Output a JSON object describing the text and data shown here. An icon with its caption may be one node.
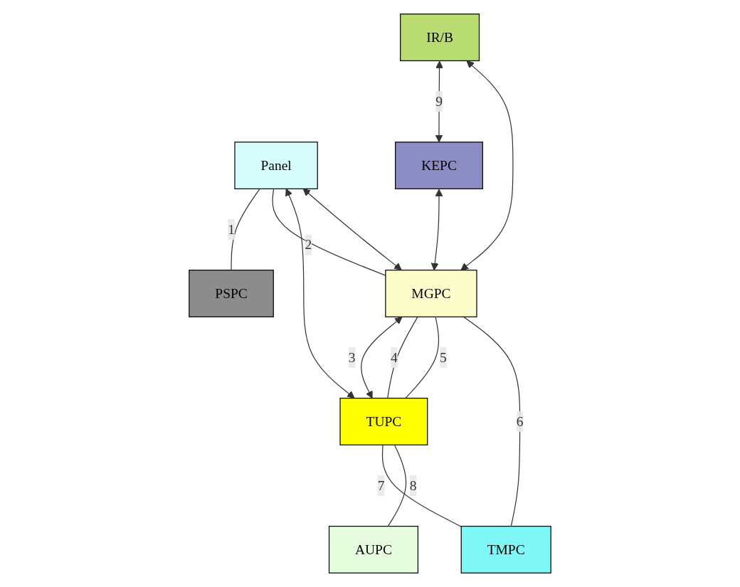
{
  "diagram": {
    "nodes": [
      {
        "text": [
          "Panel"
        ]
      },
      {
        "text": [
          "PSPC"
        ]
      },
      {
        "text": [
          "MGPC"
        ]
      },
      {
        "text": [
          "TUPC"
        ]
      },
      {
        "text": [
          "IR/B"
        ]
      },
      {
        "text": [
          "KEPC"
        ]
      },
      {
        "text": [
          "AUPC"
        ]
      },
      {
        "text": [
          "TMPC"
        ]
      }
    ],
    "edges": [
      {
        "from": 0,
        "to": 1,
        "arrow": "none",
        "label": "1"
      },
      {
        "from": 0,
        "to": 2,
        "arrow": "none",
        "label": "2"
      },
      {
        "from": 2,
        "to": 3,
        "arrow": "both",
        "label": "3"
      },
      {
        "from": 2,
        "to": 0,
        "arrow": "both"
      },
      {
        "from": 3,
        "to": 0,
        "arrow": "both"
      },
      {
        "from": 2,
        "to": 3,
        "arrow": "none",
        "label": "4"
      },
      {
        "from": 2,
        "to": 3,
        "arrow": "none",
        "label": "5"
      },
      {
        "from": 2,
        "to": 7,
        "arrow": "none",
        "label": "6"
      },
      {
        "from": 3,
        "to": 7,
        "arrow": "none",
        "label": "7"
      },
      {
        "from": 3,
        "to": 6,
        "arrow": "none",
        "label": "8"
      },
      {
        "from": 4,
        "to": 5,
        "arrow": "both",
        "label": "9"
      },
      {
        "from": 4,
        "to": 2,
        "arrow": "both"
      },
      {
        "from": 5,
        "to": 2,
        "arrow": "both"
      }
    ]
  }
}
